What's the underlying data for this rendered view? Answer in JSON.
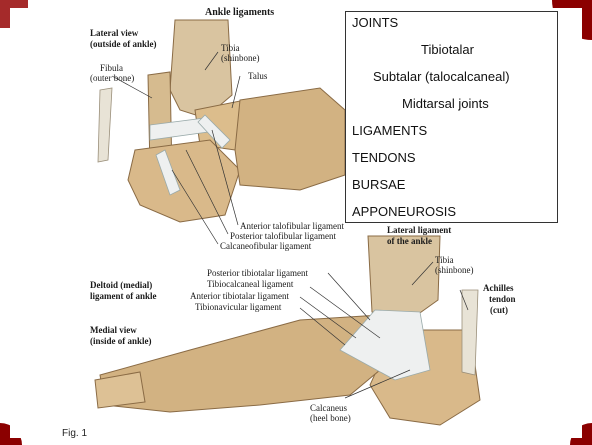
{
  "figure": {
    "title": "Ankle ligaments",
    "fig_label": "Fig. 1",
    "lateral_view": {
      "heading_line1": "Lateral view",
      "heading_line2": "(outside of ankle)",
      "labels": {
        "fibula_1": "Fibula",
        "fibula_2": "(outer bone)",
        "tibia_1": "Tibia",
        "tibia_2": "(shinbone)",
        "talus": "Talus",
        "ant_talofibular": "Anterior talofibular ligament",
        "post_talofibular": "Posterior talofibular ligament",
        "calcaneofibular": "Calcaneofibular ligament",
        "lateral_lig_1": "Lateral ligament",
        "lateral_lig_2": "of the ankle"
      }
    },
    "medial_view": {
      "deltoid_1": "Deltoid (medial)",
      "deltoid_2": "ligament of ankle",
      "heading_line1": "Medial view",
      "heading_line2": "(inside of ankle)",
      "labels": {
        "post_tibiotalar": "Posterior tibiotalar ligament",
        "tibiocalcaneal": "Tibiocalcaneal ligament",
        "ant_tibiotalar": "Anterior tibiotalar ligament",
        "tibionavicular": "Tibionavicular ligament",
        "tibia_1": "Tibia",
        "tibia_2": "(shinbone)",
        "achilles_1": "Achilles",
        "achilles_2": "tendon",
        "achilles_3": "(cut)",
        "calcaneus_1": "Calcaneus",
        "calcaneus_2": "(heel bone)"
      }
    }
  },
  "overlay": {
    "items": [
      "JOINTS",
      "Tibiotalar",
      "Subtalar (talocalcaneal)",
      "Midtarsal joints",
      "LIGAMENTS",
      "TENDONS",
      "BURSAE",
      "APPONEUROSIS"
    ]
  },
  "colors": {
    "accent": "#8b0000",
    "bone": "#d9b98a",
    "bone_shadow": "#a9855a",
    "ligament": "#eef0f0"
  }
}
